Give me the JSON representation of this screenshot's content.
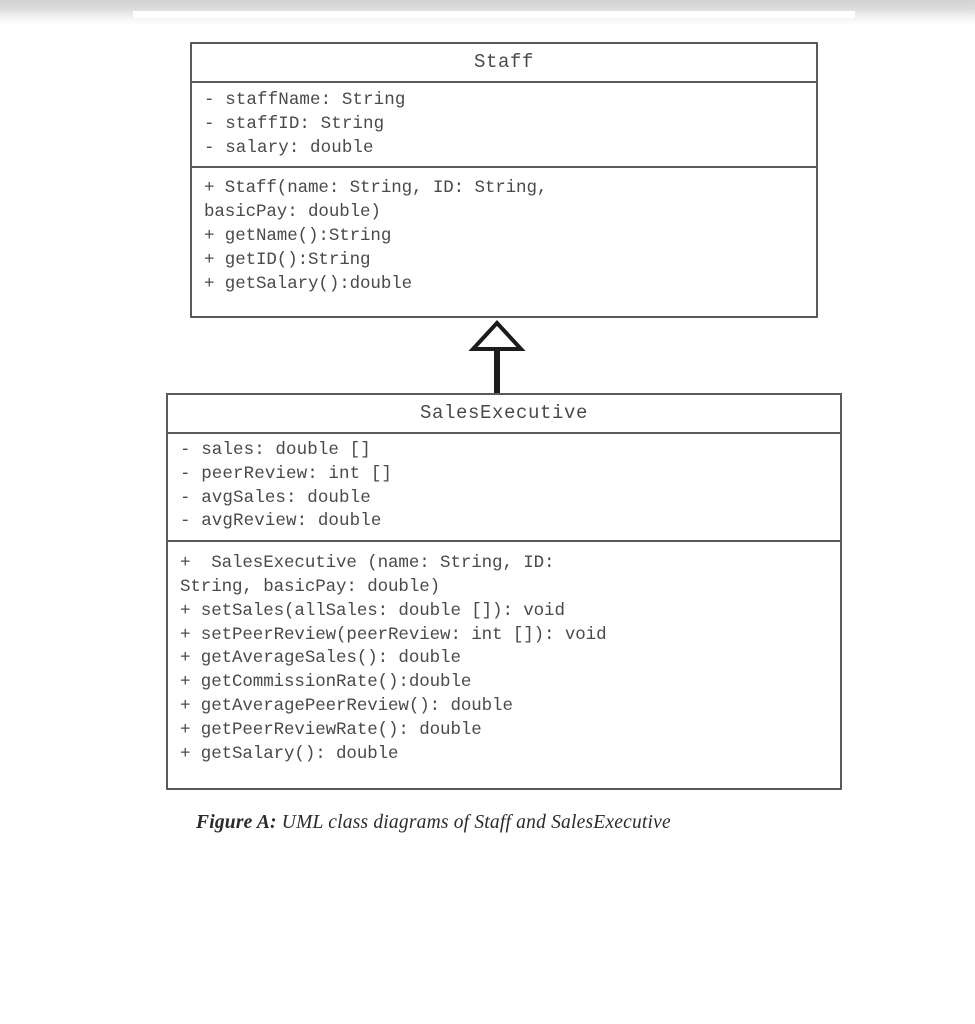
{
  "viewer": {
    "chrome_color": "#dcdcdc"
  },
  "diagram": {
    "ink_color": "#4a4a4a",
    "border_color": "#5a5a5a",
    "classes": [
      {
        "name": "Staff",
        "attributes": [
          "- staffName: String",
          "- staffID: String",
          "- salary: double"
        ],
        "operations": [
          "+ Staff(name: String, ID: String,\nbasicPay: double)",
          "+ getName():String",
          "+ getID():String",
          "+ getSalary():double"
        ]
      },
      {
        "name": "SalesExecutive",
        "attributes": [
          "- sales: double []",
          "- peerReview: int []",
          "- avgSales: double",
          "- avgReview: double"
        ],
        "operations": [
          "+  SalesExecutive (name: String, ID:\nString, basicPay: double)",
          "+ setSales(allSales: double []): void",
          "+ setPeerReview(peerReview: int []): void",
          "+ getAverageSales(): double",
          "+ getCommissionRate():double",
          "+ getAveragePeerReview(): double",
          "+ getPeerReviewRate(): double",
          "+ getSalary(): double"
        ]
      }
    ],
    "relationship": {
      "type": "generalization",
      "from": "SalesExecutive",
      "to": "Staff"
    }
  },
  "caption": {
    "label": "Figure A:",
    "text": " UML class diagrams of Staff and SalesExecutive"
  }
}
